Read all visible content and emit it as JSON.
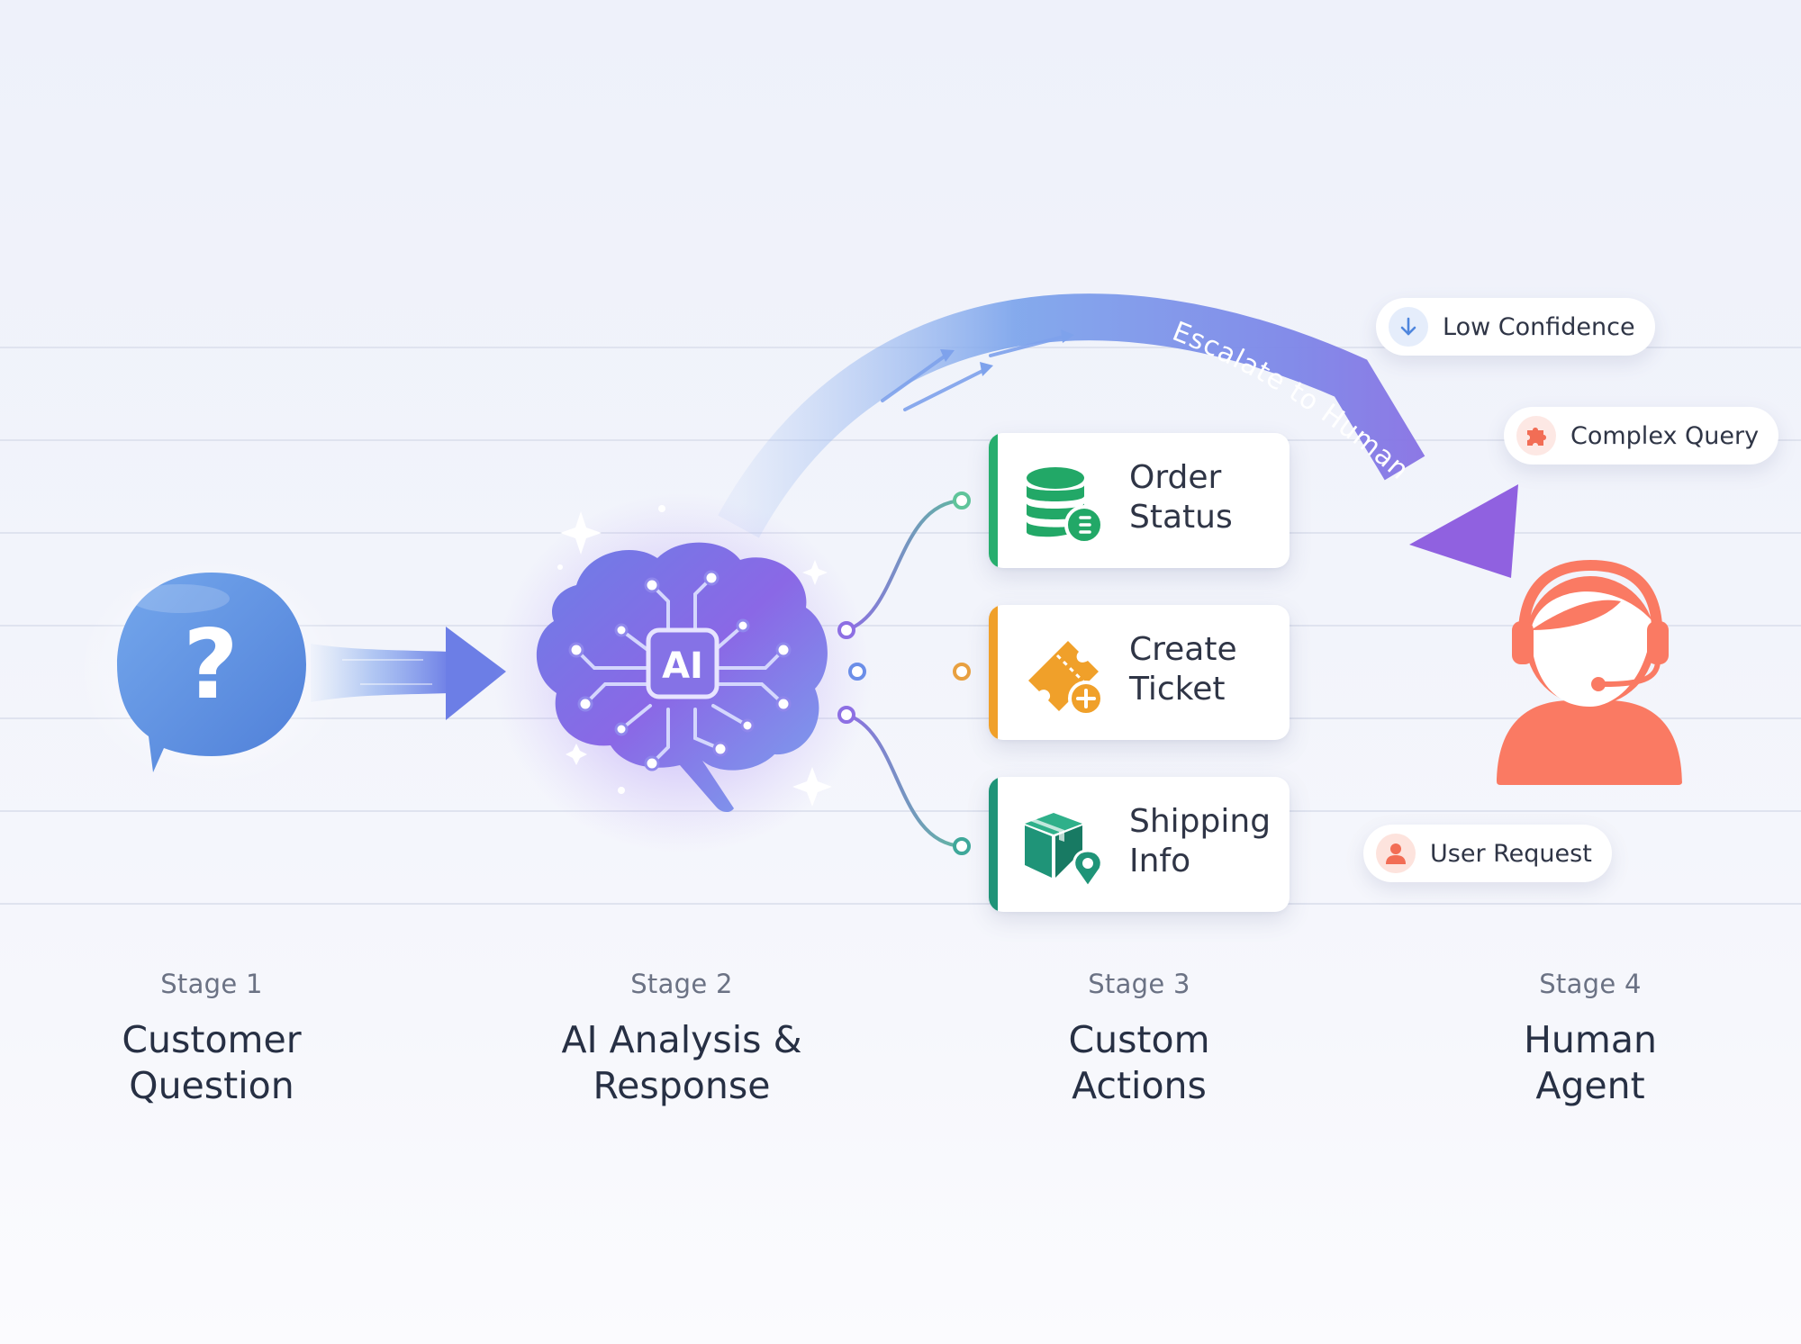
{
  "stages": [
    {
      "number": "Stage 1",
      "title": "Customer\nQuestion"
    },
    {
      "number": "Stage 2",
      "title": "AI Analysis &\nResponse"
    },
    {
      "number": "Stage 3",
      "title": "Custom\nActions"
    },
    {
      "number": "Stage 4",
      "title": "Human\nAgent"
    }
  ],
  "ai_badge": "AI",
  "actions": [
    {
      "label": "Order\nStatus",
      "accent": "#27ae6e",
      "icon": "database-icon"
    },
    {
      "label": "Create\nTicket",
      "accent": "#f0a02a",
      "icon": "ticket-icon"
    },
    {
      "label": "Shipping\nInfo",
      "accent": "#1f9478",
      "icon": "package-location-icon"
    }
  ],
  "escalation": {
    "label": "Escalate to Human",
    "reasons": [
      {
        "label": "Low Confidence",
        "icon": "arrow-down-icon"
      },
      {
        "label": "Complex Query",
        "icon": "puzzle-icon"
      },
      {
        "label": "User Request",
        "icon": "user-icon"
      }
    ]
  },
  "colors": {
    "question_bubble": "#5f92e0",
    "ai_brain": "#8a6ae6",
    "escalation_arrow": "#7b72e6",
    "human_agent": "#fa7a63"
  }
}
